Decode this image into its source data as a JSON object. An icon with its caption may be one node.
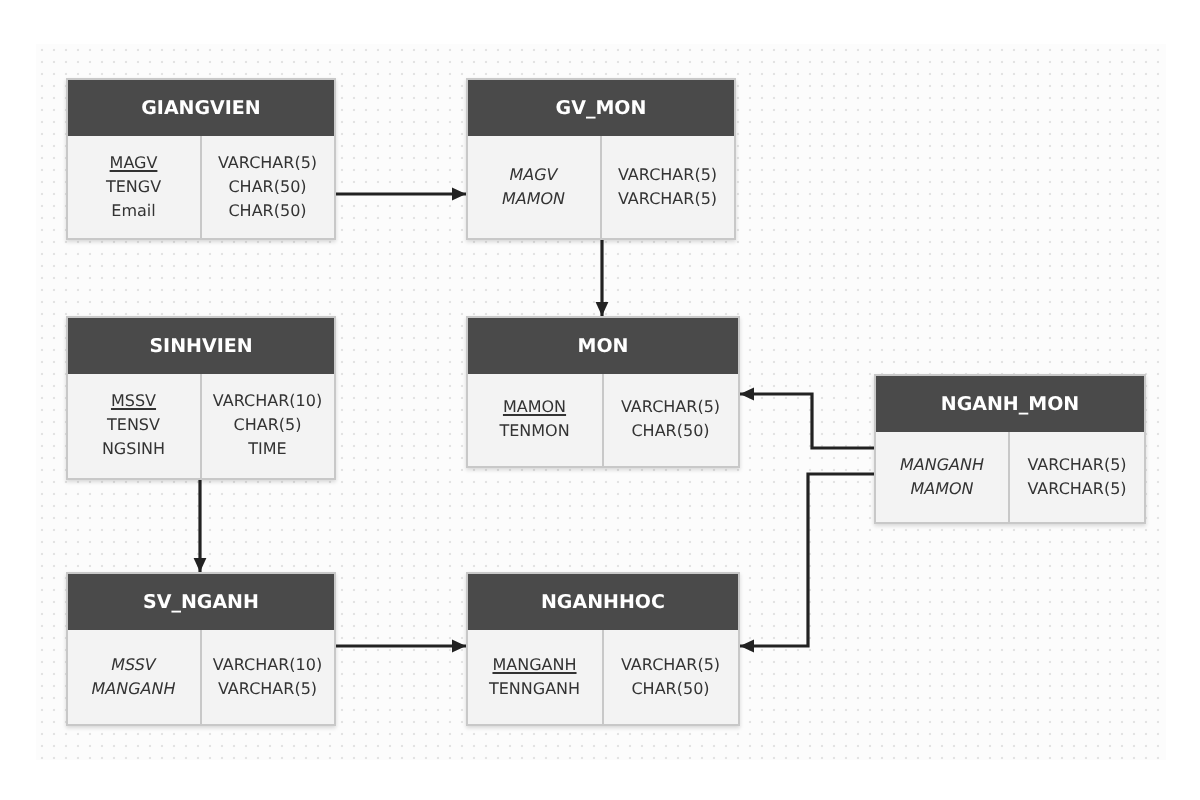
{
  "diagram": {
    "nodes": [
      {
        "text": [
          "GIANGVIEN",
          "MAGV",
          "TENGV",
          "Email",
          "VARCHAR(5)",
          "CHAR(50)",
          "CHAR(50)"
        ]
      },
      {
        "text": [
          "GV_MON",
          "*MAGV*",
          "*MAMON*",
          "VARCHAR(5)",
          "VARCHAR(5)"
        ]
      },
      {
        "text": [
          "SINHVIEN",
          "MSSV",
          "TENSV",
          "NGSINH",
          "VARCHAR(10)",
          "CHAR(5)",
          "TIME"
        ]
      },
      {
        "text": [
          "MON",
          "MAMON",
          "TENMON",
          "VARCHAR(5)",
          "CHAR(50)"
        ]
      },
      {
        "text": [
          "NGANH_MON",
          "*MANGANH*",
          "*MAMON*",
          "VARCHAR(5)",
          "VARCHAR(5)"
        ]
      },
      {
        "text": [
          "SV_NGANH",
          "*MSSV*",
          "*MANGANH*",
          "VARCHAR(10)",
          "VARCHAR(5)"
        ]
      },
      {
        "text": [
          "NGANHHOC",
          "MANGANH",
          "TENNGANH",
          "VARCHAR(5)",
          "CHAR(50)"
        ]
      }
    ],
    "edges": [
      {
        "from": 0,
        "to": 1,
        "arrow": "to"
      },
      {
        "from": 1,
        "to": 3,
        "arrow": "to"
      },
      {
        "from": 2,
        "to": 5,
        "arrow": "to"
      },
      {
        "from": 5,
        "to": 6,
        "arrow": "to"
      },
      {
        "from": 4,
        "to": 3,
        "arrow": "to"
      },
      {
        "from": 4,
        "to": 6,
        "arrow": "to"
      }
    ]
  }
}
